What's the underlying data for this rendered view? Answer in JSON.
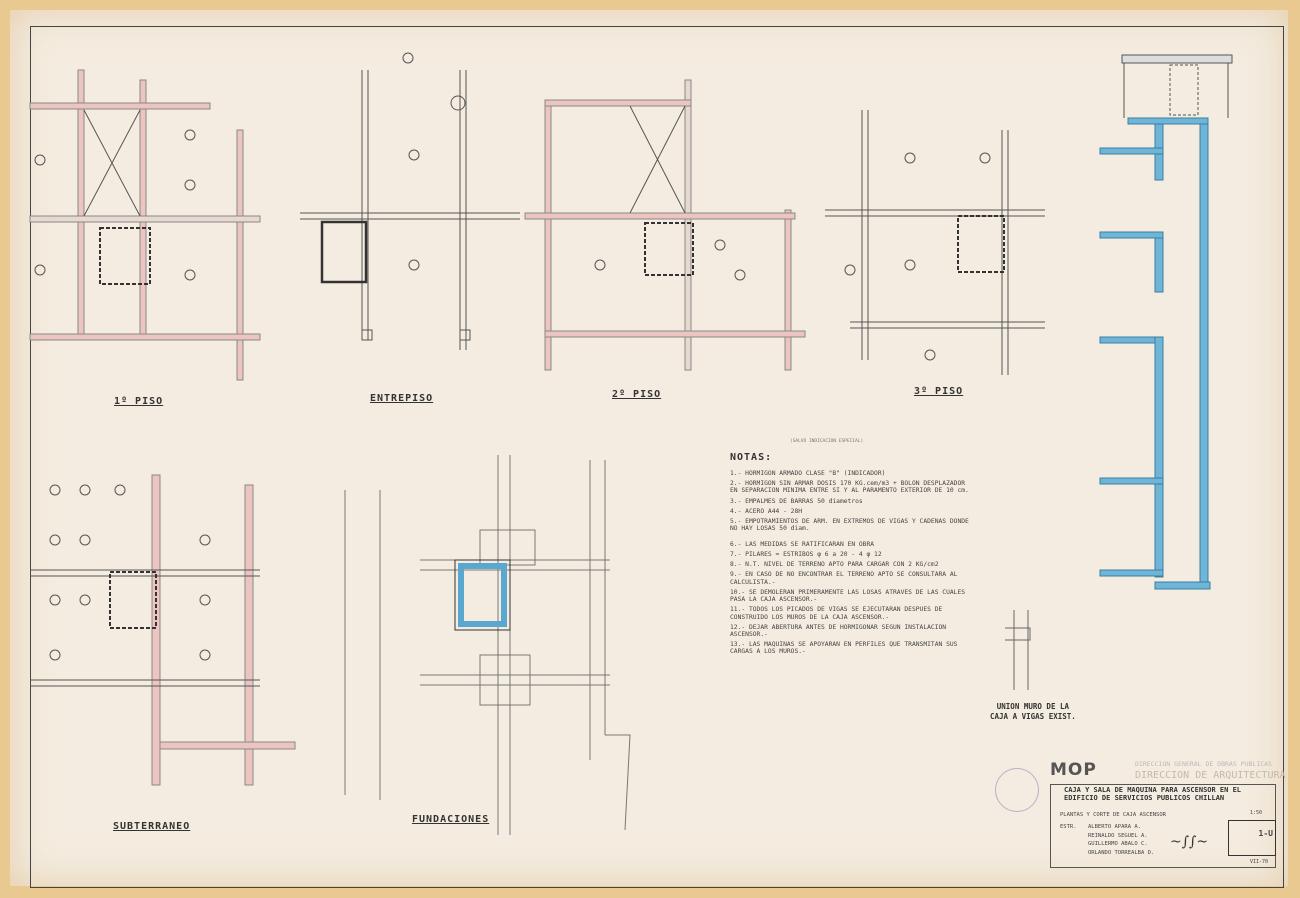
{
  "plans": {
    "piso1": "1º PISO",
    "entrepiso": "ENTREPISO",
    "piso2": "2º PISO",
    "piso3": "3º PISO",
    "subterraneo": "SUBTERRANEO",
    "fundaciones": "FUNDACIONES"
  },
  "notes": {
    "subtitle": "(SALVO INDICACION ESPECIAL)",
    "title": "NOTAS:",
    "items": [
      "1.- HORMIGON ARMADO CLASE \"B\" (INDICADOR)",
      "2.- HORMIGON SIN ARMAR DOSIS 170 KG.cem/m3 + BOLON DESPLAZADOR EN SEPARACION MINIMA ENTRE SI Y AL PARAMENTO EXTERIOR DE 10 cm.",
      "3.- EMPALMES DE BARRAS  50 diametros",
      "4.- ACERO A44 - 28H",
      "5.- EMPOTRAMIENTOS DE ARM. EN EXTREMOS DE VIGAS Y CADENAS DONDE NO HAY LOSAS  50 diam.",
      "6.- LAS MEDIDAS SE RATIFICARAN EN OBRA",
      "7.- PILARES = ESTRIBOS φ 6 a 20 - 4 φ 12",
      "8.- N.T. NIVEL DE TERRENO APTO PARA CARGAR CON 2 KG/cm2",
      "9.- EN CASO DE NO ENCONTRAR EL TERRENO APTO SE CONSULTARA AL CALCULISTA.-",
      "10.- SE DEMOLERAN PRIMERAMENTE LAS LOSAS ATRAVES DE LAS CUALES PASA LA CAJA ASCENSOR.-",
      "11.- TODOS LOS PICADOS DE VIGAS SE EJECUTARAN DESPUES DE CONSTRUIDO LOS MUROS DE LA CAJA ASCENSOR.-",
      "12.- DEJAR ABERTURA ANTES DE HORMIGONAR SEGUN INSTALACION ASCENSOR.-",
      "13.- LAS MAQUINAS SE APOYARAN EN PERFILES QUE TRANSMITAN SUS CARGAS A LOS MUROS.-"
    ]
  },
  "detail": {
    "title_line1": "UNION MURO DE LA",
    "title_line2": "CAJA A VIGAS EXIST."
  },
  "title_block": {
    "logo": "MOP",
    "org_line1": "DIRECCION GENERAL DE OBRAS PUBLICAS",
    "org_line2": "DIRECCION DE ARQUITECTURA",
    "project": "CAJA Y SALA DE MAQUINA PARA ASCENSOR EN EL EDIFICIO DE SERVICIOS PUBLICOS CHILLAN",
    "plan_title": "PLANTAS Y CORTE DE CAJA ASCENSOR",
    "role": "ESTR.",
    "staff": [
      "ALBERTO APARA A.",
      "REINALDO SEGUEL A.",
      "GUILLERMO ABALO C.",
      "ORLANDO TORREALBA D."
    ],
    "scale": "1:50",
    "sheet_number": "1-U",
    "date": "VII-70"
  },
  "colors": {
    "paper": "#f4ece0",
    "section_fill": "#6fb5d8",
    "wall_pink": "#e4a4a4",
    "line": "#444444"
  }
}
